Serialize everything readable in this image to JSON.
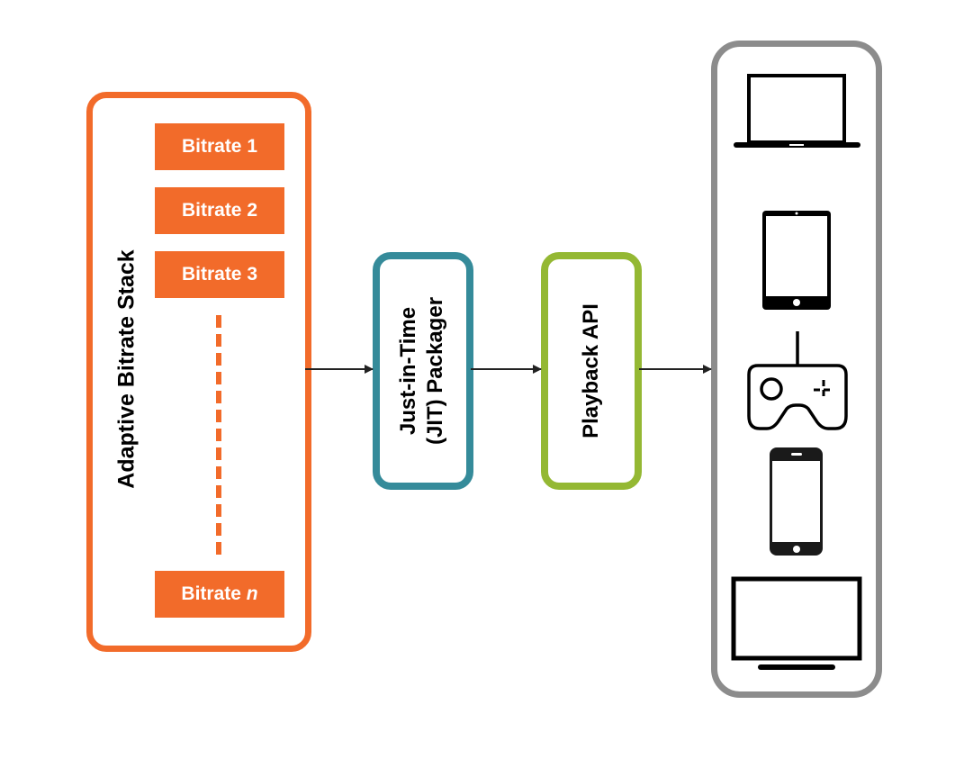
{
  "diagram": {
    "abr_stack": {
      "title": "Adaptive Bitrate Stack",
      "color": "#F26B2A",
      "bitrates": [
        {
          "prefix": "Bitrate ",
          "suffix": "1",
          "suffix_italic": false
        },
        {
          "prefix": "Bitrate ",
          "suffix": "2",
          "suffix_italic": false
        },
        {
          "prefix": "Bitrate ",
          "suffix": "3",
          "suffix_italic": false
        },
        {
          "prefix": "Bitrate ",
          "suffix": "n",
          "suffix_italic": true
        }
      ]
    },
    "packager": {
      "line1": "Just-in-Time",
      "line2": "(JIT) Packager",
      "color": "#358B9A"
    },
    "playback_api": {
      "label": "Playback API",
      "color": "#94B833"
    },
    "devices": {
      "color": "#8C8C8C",
      "items": [
        "laptop-icon",
        "tablet-icon",
        "gamepad-icon",
        "smartphone-icon",
        "tv-icon"
      ]
    },
    "flow": [
      "Adaptive Bitrate Stack",
      "Just-in-Time (JIT) Packager",
      "Playback API",
      "Devices"
    ]
  }
}
